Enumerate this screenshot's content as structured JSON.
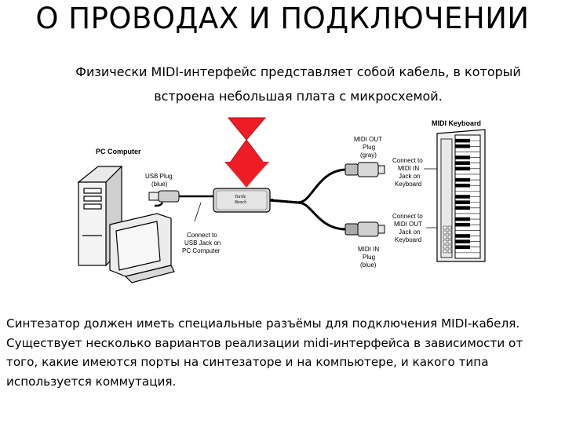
{
  "title": "О  ПРОВОДАХ И ПОДКЛЮЧЕНИИ",
  "intro": {
    "line1": "Физически MIDI-интерфейс представляет собой  кабель, в который",
    "line2": "встроена  небольшая плата с микросхемой."
  },
  "diagram": {
    "pc_label": "PC Computer",
    "usb_plug": [
      "USB Plug",
      "(blue)"
    ],
    "usb_connect": [
      "Connect to",
      "USB Jack on",
      "PC Computer"
    ],
    "interface_logo": [
      "Turtle",
      "Beach"
    ],
    "midi_out_plug": [
      "MIDI OUT",
      "Plug",
      "(gray)"
    ],
    "midi_in_plug": [
      "MIDI IN",
      "Plug",
      "(blue)"
    ],
    "connect_midi_in": [
      "Connect to",
      "MIDI IN",
      "Jack on",
      "Keyboard"
    ],
    "connect_midi_out": [
      "Connect to",
      "MIDI OUT",
      "Jack on",
      "Keyboard"
    ],
    "keyboard_label": "MIDI Keyboard",
    "arrow_color": "#ee1c24"
  },
  "body": {
    "line1": "Синтезатор должен иметь специальные разъёмы для подключения MIDI-кабеля.",
    "line2": "Существует несколько вариантов реализации midi-интерфейса в зависимости от",
    "line3": "того, какие имеются порты на синтезаторе и на компьютере, и какого типа",
    "line4": "используется коммутация."
  }
}
